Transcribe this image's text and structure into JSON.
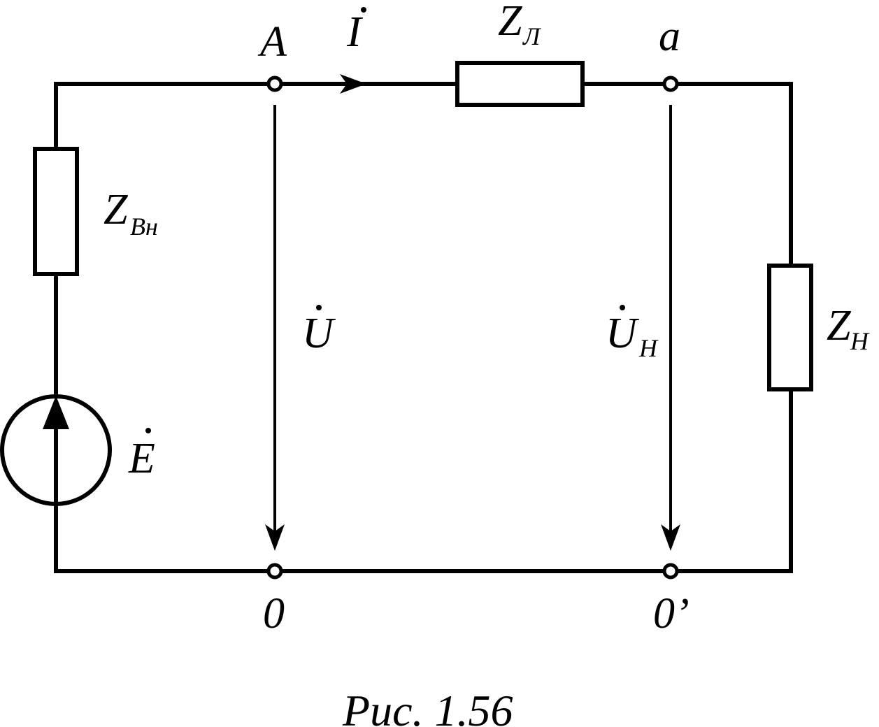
{
  "nodes": {
    "A": "A",
    "a": "a",
    "zero": "0",
    "zero_prime": "0’"
  },
  "current": {
    "symbol": "I"
  },
  "source": {
    "symbol": "E"
  },
  "impedances": {
    "internal": {
      "symbol": "Z",
      "subscript": "Вн"
    },
    "line": {
      "symbol": "Z",
      "subscript": "Л"
    },
    "load": {
      "symbol": "Z",
      "subscript": "Н"
    }
  },
  "voltages": {
    "source_terminal": {
      "symbol": "U"
    },
    "load": {
      "symbol": "U",
      "subscript": "Н"
    }
  },
  "caption": "Рис. 1.56"
}
